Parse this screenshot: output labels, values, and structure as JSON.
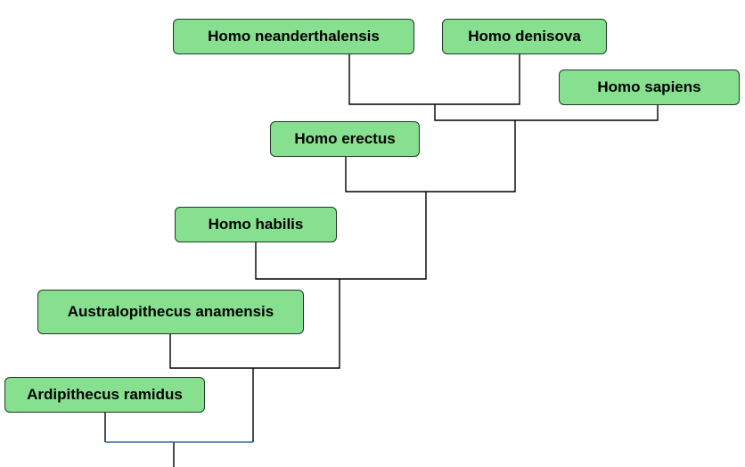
{
  "taxa": {
    "neanderthalensis": "Homo neanderthalensis",
    "denisova": "Homo denisova",
    "sapiens": "Homo sapiens",
    "erectus": "Homo erectus",
    "habilis": "Homo habilis",
    "anamensis": "Australopithecus anamensis",
    "ramidus": "Ardipithecus ramidus"
  },
  "colors": {
    "node_fill": "#86e08f",
    "node_border": "#1f3a22",
    "branch_line": "#000000",
    "root_branch_line": "#2e6fb0"
  }
}
